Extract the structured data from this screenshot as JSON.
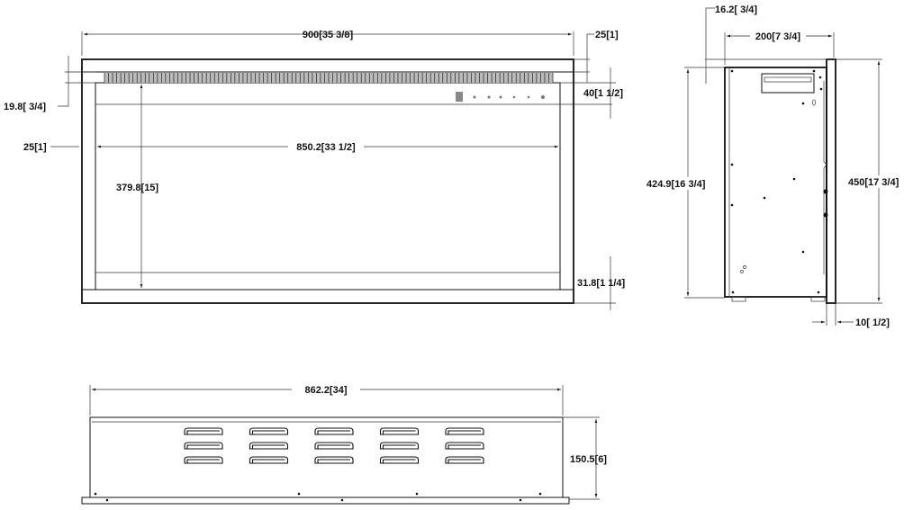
{
  "front_view": {
    "overall_width": "900[35 3/8]",
    "top_frame": "25[1]",
    "grille_height": "19.8[ 3/4]",
    "control_strip": "40[1 1/2]",
    "side_frame": "25[1]",
    "inner_width": "850.2[33 1/2]",
    "inner_height": "379.8[15]",
    "bottom_strip": "31.8[1 1/4]",
    "grille_slats": 110
  },
  "side_view": {
    "setback": "16.2[ 3/4]",
    "depth": "200[7 3/4]",
    "body_height": "424.9[16 3/4]",
    "overall_height": "450[17 3/4]",
    "frame_thickness": "10[ 1/2]"
  },
  "top_view": {
    "width": "862.2[34]",
    "depth": "150.5[6]",
    "vent_columns": 5,
    "vent_rows": 3
  }
}
